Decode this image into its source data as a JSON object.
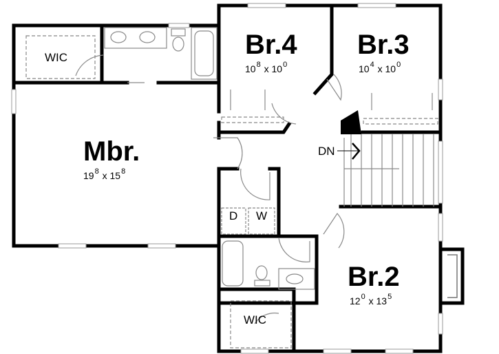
{
  "rooms": {
    "wic_master": {
      "name": "WIC"
    },
    "br4": {
      "name": "Br.4",
      "w_ft": "10",
      "w_in": "8",
      "sep": "x",
      "l_ft": "10",
      "l_in": "0"
    },
    "br3": {
      "name": "Br.3",
      "w_ft": "10",
      "w_in": "4",
      "sep": "x",
      "l_ft": "10",
      "l_in": "0"
    },
    "mbr": {
      "name": "Mbr.",
      "w_ft": "19",
      "w_in": "8",
      "sep": "x",
      "l_ft": "15",
      "l_in": "8"
    },
    "br2": {
      "name": "Br.2",
      "w_ft": "12",
      "w_in": "0",
      "sep": "x",
      "l_ft": "13",
      "l_in": "5"
    },
    "wic_br2": {
      "name": "WIC"
    }
  },
  "stairs": {
    "label": "DN"
  },
  "laundry": {
    "dryer": "D",
    "washer": "W"
  },
  "colors": {
    "wall": "#000000",
    "fixture": "#888888"
  }
}
